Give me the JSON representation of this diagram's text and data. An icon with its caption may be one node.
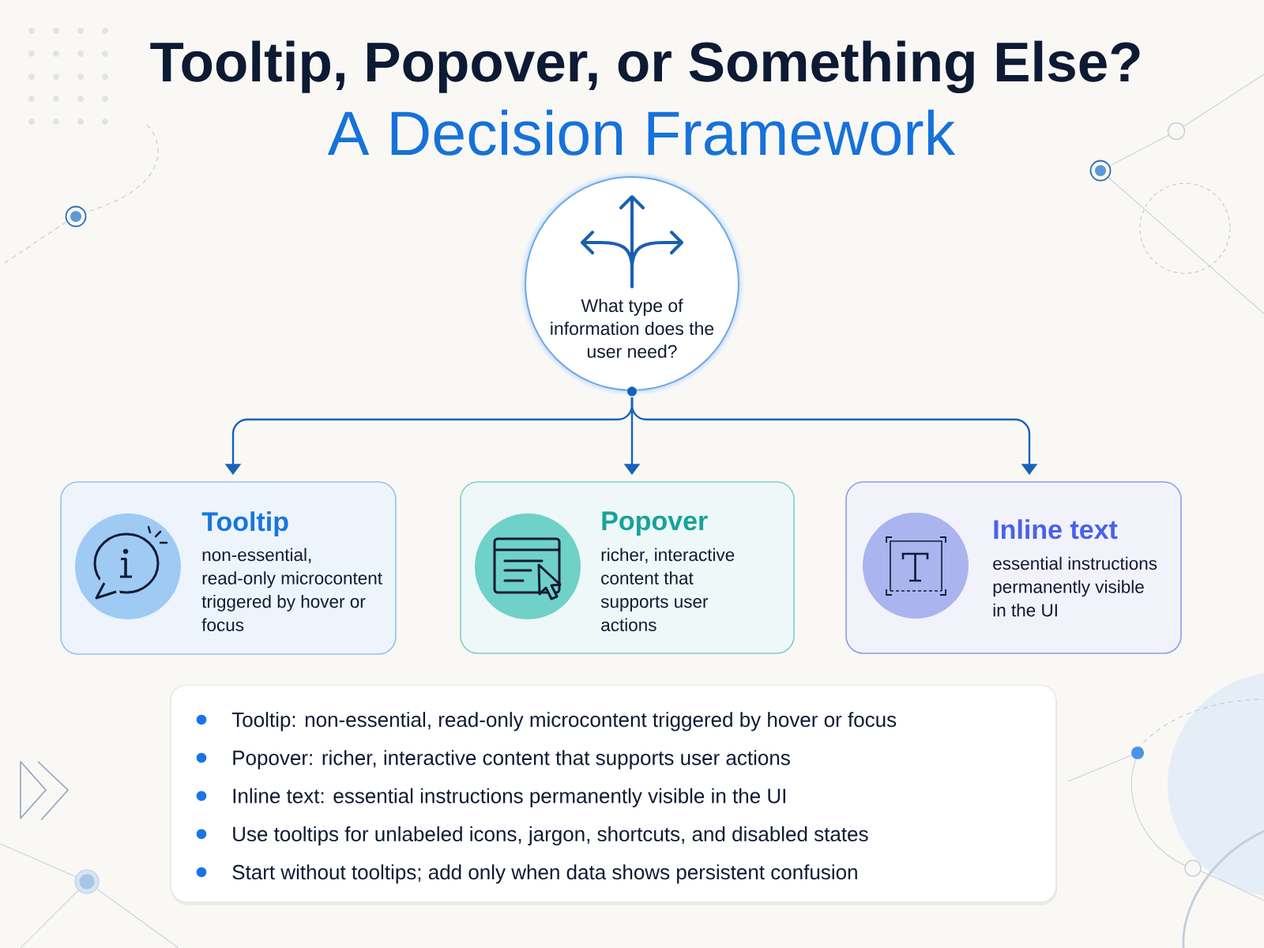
{
  "diagram": {
    "title": "Tooltip, Popover, or Something Else?",
    "nodes": [
      {
        "text": [
          "What type of information does the user need?"
        ]
      },
      {
        "text": [
          "Tooltip",
          "non-essential, read-only microcontent triggered by hover or focus"
        ]
      },
      {
        "text": [
          "Popover",
          "richer, interactive content that supports user actions"
        ]
      },
      {
        "text": [
          "Inline text",
          "essential instructions permanently visible in the UI"
        ]
      },
      {
        "text": [
          "Tooltip: non-essential, read-only microcontent triggered by hover or focus",
          "Popover: richer, interactive content that supports user actions",
          "Inline text: essential instructions permanently visible in the UI",
          "Use tooltips for unlabeled icons, jargon, shortcuts, and disabled states",
          "Start without tooltips; add only when data shows persistent confusion"
        ]
      }
    ],
    "edges": [
      {
        "from": 0,
        "to": 1,
        "arrow": "to"
      },
      {
        "from": 0,
        "to": 2,
        "arrow": "to"
      },
      {
        "from": 0,
        "to": 3,
        "arrow": "to"
      }
    ],
    "labels": [
      "A Decision Framework"
    ]
  }
}
